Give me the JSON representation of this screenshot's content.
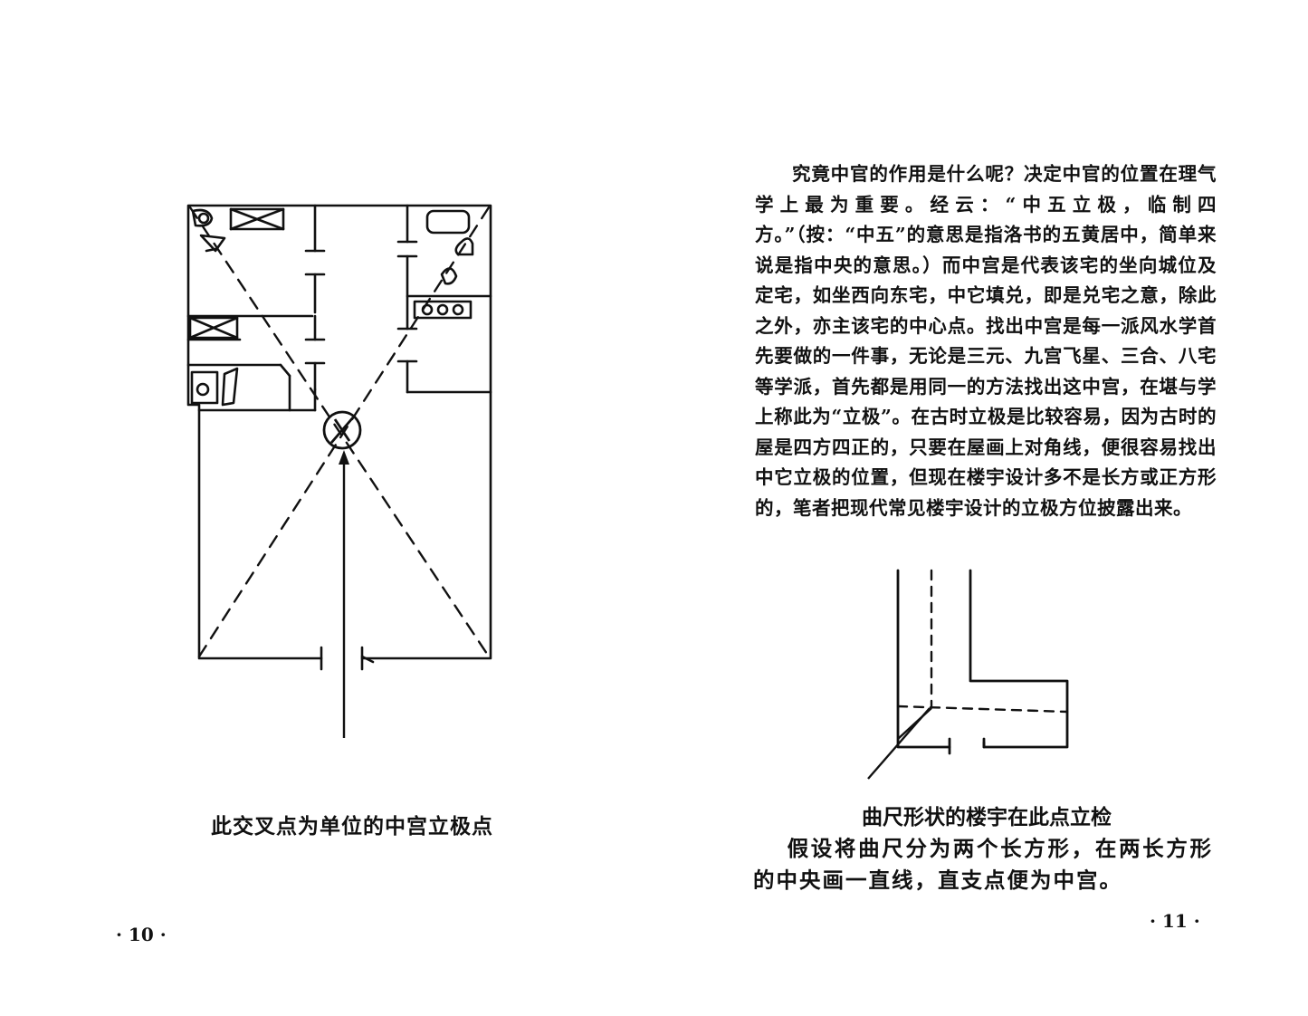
{
  "left_page": {
    "caption": "此交叉点为单位的中宫立极点",
    "page_number": "· 10 ·"
  },
  "right_page": {
    "paragraph": "究竟中官的作用是什么呢？决定中官的位置在理气学上最为重要。经云：“中五立极，临制四方。”（按：“中五”的意思是指洛书的五黄居中，简单来说是指中央的意思。）而中宫是代表该宅的坐向城位及定宅，如坐西向东宅，中它填兑，即是兑宅之意，除此之外，亦主该宅的中心点。找出中宫是每一派风水学首先要做的一件事，无论是三元、九宫飞星、三合、八宅等学派，首先都是用同一的方法找出这中宫，在堪与学上称此为“立极”。在古时立极是比较容易，因为古时的屋是四方四正的，只要在屋画上对角线，便很容易找出中它立极的位置，但现在楼宇设计多不是长方或正方形的，笔者把现代常见楼宇设计的立极方位披露出来。",
    "figure_caption_title": "曲尺形状的楼宇在此点立检",
    "figure_caption_body": "假设将曲尺分为两个长方形，在两长方形的中央画一直线，直支点便为中宫。",
    "page_number": "· 11 ·"
  }
}
